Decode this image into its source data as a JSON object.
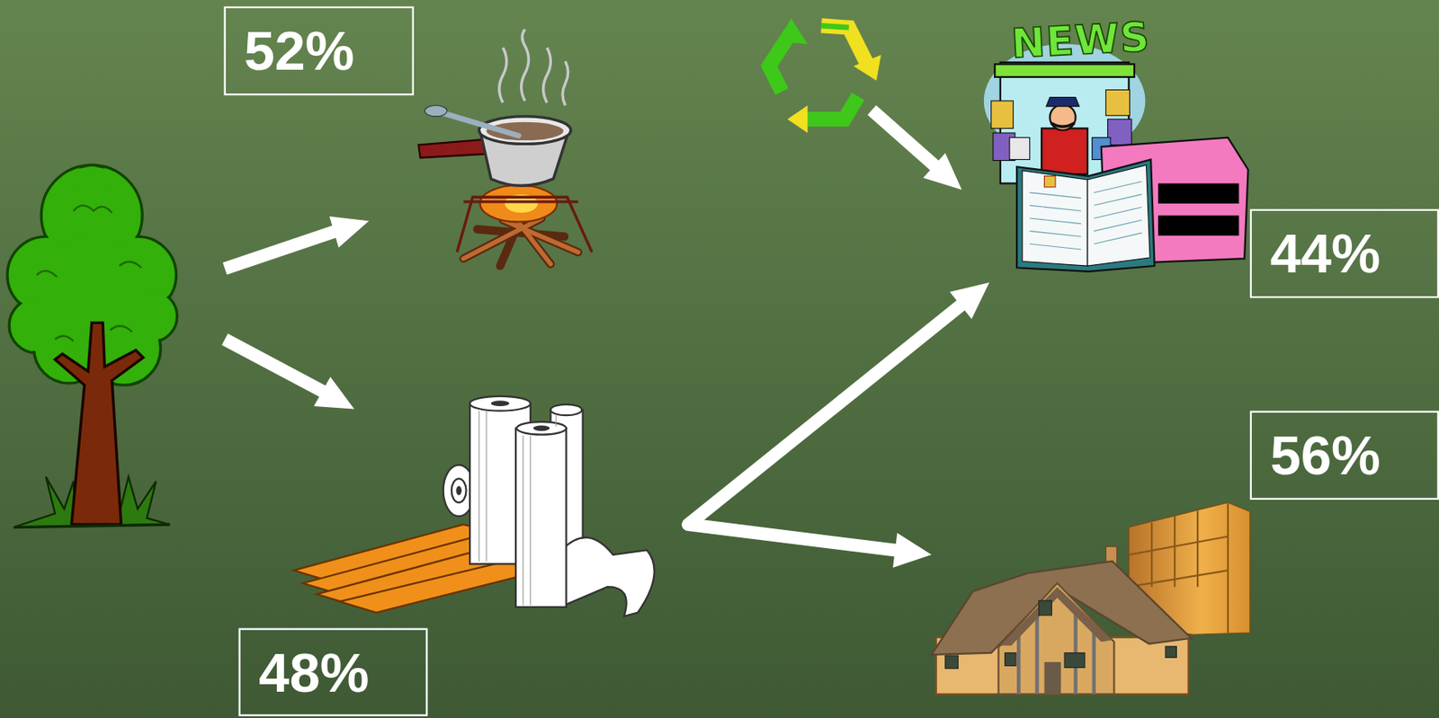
{
  "diagram": {
    "nodes": [
      {
        "text": [
          "52%"
        ]
      },
      {
        "text": [
          "48%"
        ]
      },
      {
        "text": [
          "44%"
        ]
      },
      {
        "text": [
          "56%"
        ]
      }
    ],
    "edges": [
      {
        "from": 1,
        "to": 2,
        "arrow": "to"
      },
      {
        "from": 1,
        "to": 3,
        "arrow": "to"
      }
    ],
    "labels": [
      "NEWS"
    ]
  }
}
